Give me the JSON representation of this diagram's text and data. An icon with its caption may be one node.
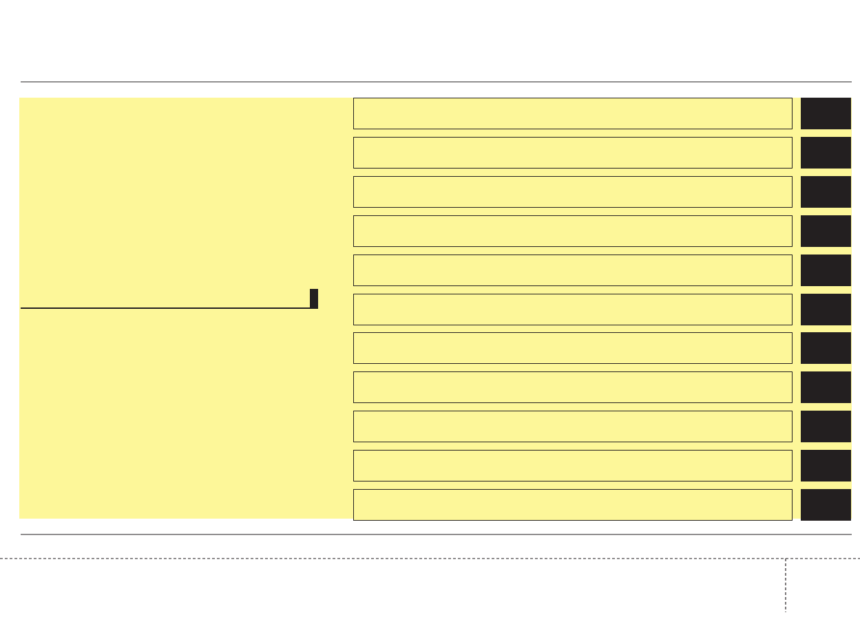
{
  "diagram": {
    "nodes": [
      {
        "text": [],
        "shape": "box"
      },
      {
        "text": [],
        "shape": "box"
      },
      {
        "text": [],
        "shape": "box"
      },
      {
        "text": [],
        "shape": "box"
      },
      {
        "text": [],
        "shape": "box"
      },
      {
        "text": [],
        "shape": "box"
      },
      {
        "text": [],
        "shape": "box"
      },
      {
        "text": [],
        "shape": "box"
      },
      {
        "text": [],
        "shape": "box"
      },
      {
        "text": [],
        "shape": "box"
      },
      {
        "text": [],
        "shape": "box"
      },
      {
        "text": [],
        "shape": "bar"
      },
      {
        "text": [],
        "shape": "bar"
      },
      {
        "text": [],
        "shape": "bar"
      },
      {
        "text": [],
        "shape": "bar"
      },
      {
        "text": [],
        "shape": "bar"
      },
      {
        "text": [],
        "shape": "bar"
      },
      {
        "text": [],
        "shape": "bar"
      },
      {
        "text": [],
        "shape": "bar"
      },
      {
        "text": [],
        "shape": "bar"
      },
      {
        "text": [],
        "shape": "bar"
      },
      {
        "text": [],
        "shape": "bar"
      }
    ]
  }
}
